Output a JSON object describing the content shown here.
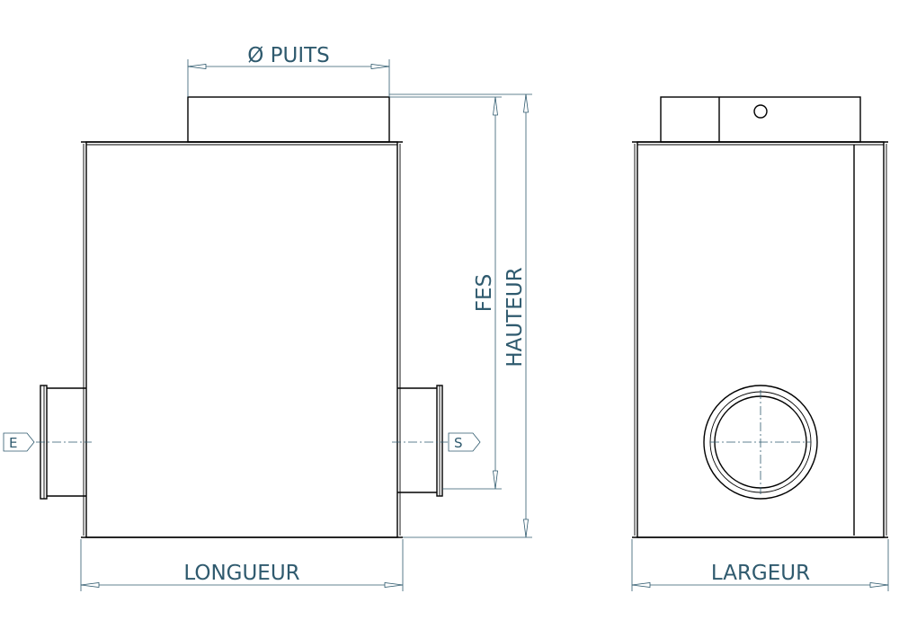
{
  "labels": {
    "diameter": "Ø PUITS",
    "fes": "FES",
    "height": "HAUTEUR",
    "length": "LONGUEUR",
    "width": "LARGEUR",
    "inlet": "E",
    "outlet": "S"
  },
  "colors": {
    "dimension": "#2f5a6e",
    "outline": "#000000",
    "background": "#ffffff"
  }
}
